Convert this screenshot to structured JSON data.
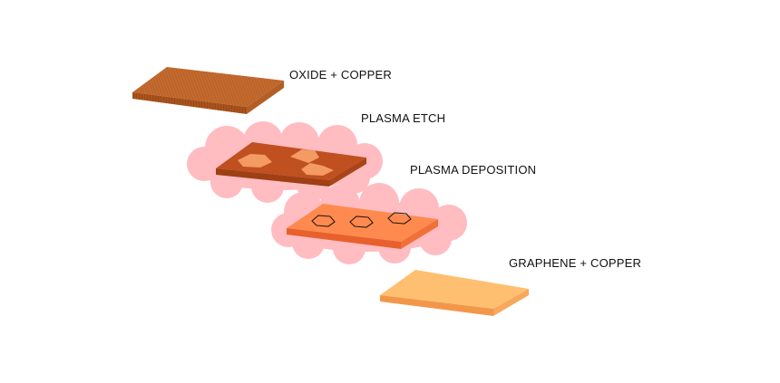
{
  "labels": {
    "oxide_copper": "OXIDE + COPPER",
    "plasma_etch": "PLASMA ETCH",
    "plasma_deposition": "PLASMA DEPOSITION",
    "graphene_copper": "GRAPHENE + COPPER"
  },
  "colors": {
    "oxide_top": "#c46a2e",
    "oxide_front": "#a9531c",
    "oxide_side": "#b35e25",
    "etch_top": "#c0501f",
    "etch_front": "#9e3f14",
    "etch_side": "#a94517",
    "etch_patch": "#f49a63",
    "plasma": "#ffbcc1",
    "deposition_top": "#ff8a4f",
    "deposition_front": "#e8602b",
    "deposition_side": "#f07038",
    "hexagon_stroke": "#2a1a10",
    "graphene_top": "#ffbf70",
    "graphene_front": "#f2974a",
    "graphene_side": "#f7a85a"
  }
}
